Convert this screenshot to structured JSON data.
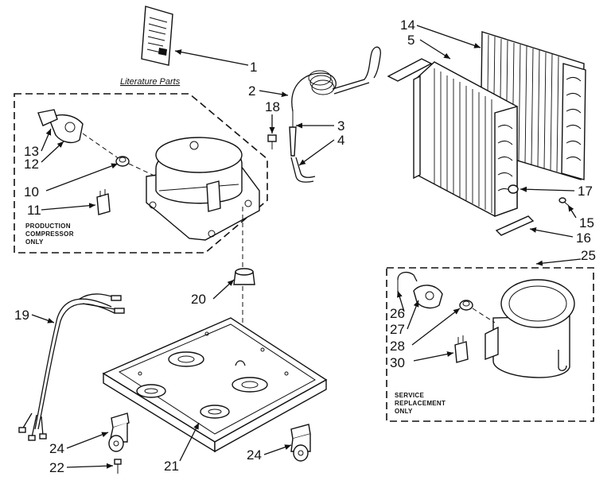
{
  "diagram": {
    "literature_label": "Literature Parts",
    "production_box_label": [
      "PRODUCTION",
      "COMPRESSOR",
      "ONLY"
    ],
    "service_box_label": [
      "SERVICE",
      "REPLACEMENT",
      "ONLY"
    ],
    "callouts": {
      "c1": "1",
      "c2": "2",
      "c3": "3",
      "c4": "4",
      "c5": "5",
      "c10": "10",
      "c11": "11",
      "c12": "12",
      "c13": "13",
      "c14": "14",
      "c15": "15",
      "c16": "16",
      "c17": "17",
      "c18": "18",
      "c19": "19",
      "c20": "20",
      "c21": "21",
      "c22": "22",
      "c24a": "24",
      "c24b": "24",
      "c25": "25",
      "c26": "26",
      "c27": "27",
      "c28": "28",
      "c30": "30"
    }
  }
}
